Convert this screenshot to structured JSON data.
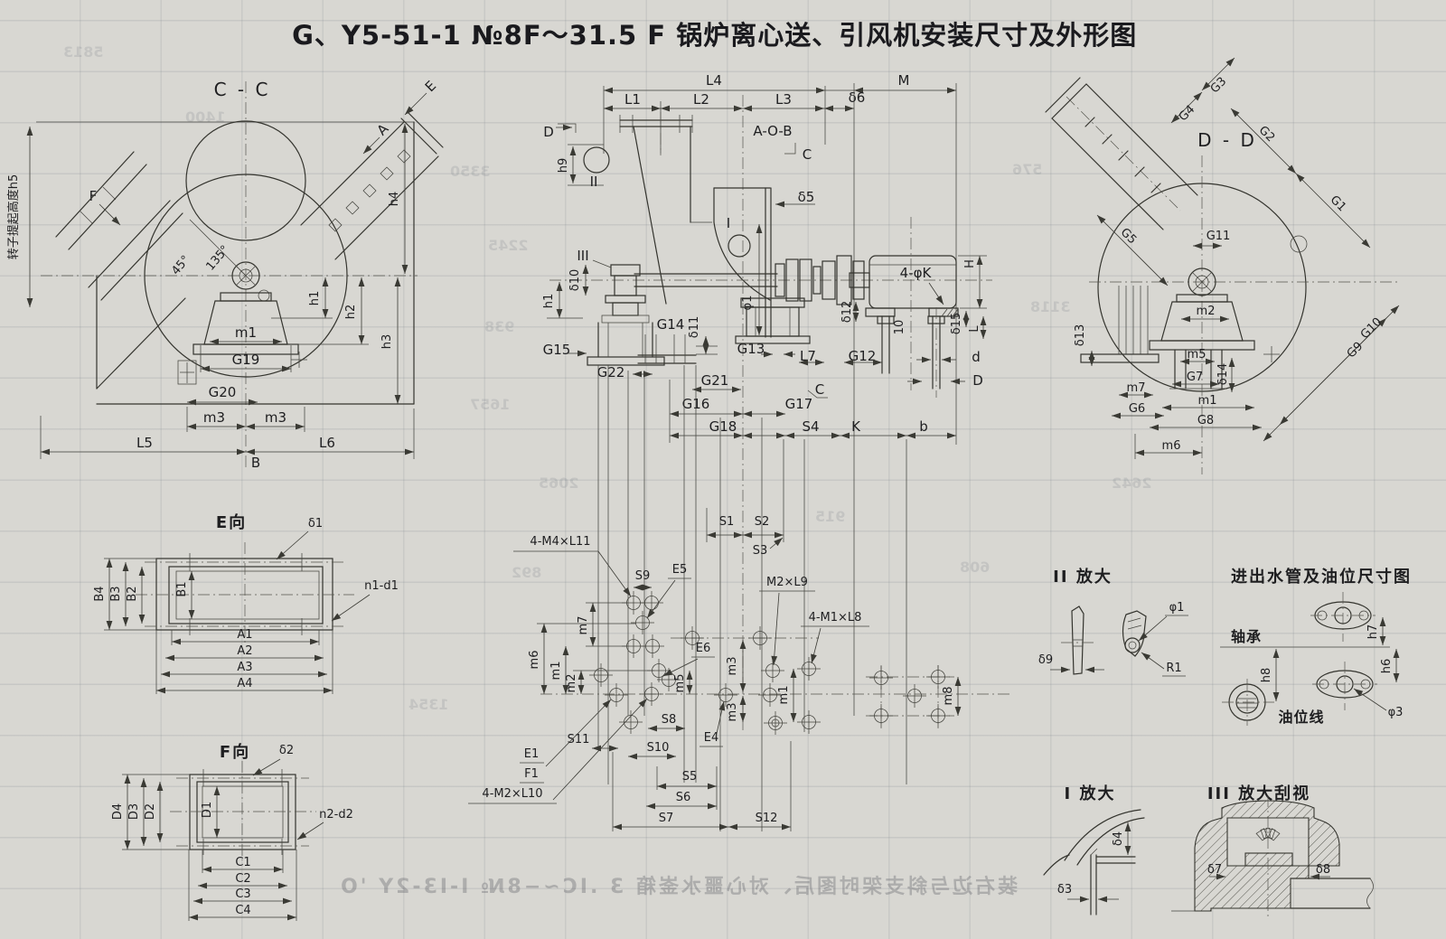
{
  "title": "G、Y5-51-1  №8F～31.5 F 锅炉离心送、引风机安装尺寸及外形图",
  "views": {
    "cc": {
      "title": "C - C",
      "rotor": "转子提起高度h5",
      "e": "E",
      "a": "A",
      "f": "F",
      "a45": "45°",
      "a135": "135°",
      "h1": "h1",
      "h2": "h2",
      "h3": "h3",
      "h4": "h4",
      "m1": "m1",
      "g19": "G19",
      "g20": "G20",
      "m3l": "m3",
      "m3r": "m3",
      "l5": "L5",
      "l6": "L6",
      "b": "B"
    },
    "main": {
      "l4": "L4",
      "m": "M",
      "l1": "L1",
      "l2": "L2",
      "l3": "L3",
      "d6": "δ6",
      "d_sec": "D",
      "h9": "h9",
      "ii": "II",
      "aob": "A-O-B",
      "c_top": "C",
      "d5": "δ5",
      "i": "I",
      "iii": "III",
      "h1": "h1",
      "d10": "δ10",
      "g15": "G15",
      "g22": "G22",
      "g14": "G14",
      "d11": "δ11",
      "g21": "G21",
      "g13": "G13",
      "phi1": "φ1",
      "l7": "L7",
      "g12": "G12",
      "d12": "δ12",
      "phik": "4-φK",
      "h": "H",
      "shim": "10",
      "d15": "δ15",
      "l": "L",
      "d_small": "d",
      "d_big": "D",
      "c_mid": "C",
      "g16": "G16",
      "g17": "G17",
      "g18": "G18",
      "s4": "S4",
      "k": "K",
      "b": "b"
    },
    "plan": {
      "m4l11": "4-M4×L11",
      "s9": "S9",
      "e5": "E5",
      "m7": "m7",
      "m6": "m6",
      "m1": "m1",
      "m2": "m2",
      "e6": "E6",
      "m5": "m5",
      "s8": "S8",
      "s11": "S11",
      "s10": "S10",
      "e1": "E1",
      "f1": "F1",
      "m2l10": "4-M2×L10",
      "s5": "S5",
      "s6": "S6",
      "s7": "S7",
      "s12": "S12",
      "e4": "E4",
      "s1": "S1",
      "s2": "S2",
      "s3": "S3",
      "m3a": "m3",
      "m3b": "m3",
      "m1r": "m1",
      "m8": "m8",
      "m2l9": "M2×L9",
      "m1l8": "4-M1×L8"
    },
    "dd": {
      "title": "D - D",
      "g1": "G1",
      "g2": "G2",
      "g3": "G3",
      "g4": "G4",
      "g5": "G5",
      "g6": "G6",
      "g7": "G7",
      "g8": "G8",
      "g9": "G9",
      "g10": "G10",
      "g11": "G11",
      "m1": "m1",
      "m2": "m2",
      "m5": "m5",
      "m6": "m6",
      "m7": "m7",
      "d13": "δ13",
      "d14": "δ14"
    },
    "ev": {
      "title": "E向",
      "delta1": "δ1",
      "n1d1": "n1-d1",
      "b1": "B1",
      "b2": "B2",
      "b3": "B3",
      "b4": "B4",
      "a1": "A1",
      "a2": "A2",
      "a3": "A3",
      "a4": "A4"
    },
    "fv": {
      "title": "F向",
      "delta2": "δ2",
      "n2d2": "n2-d2",
      "dd1": "D1",
      "dd2": "D2",
      "dd3": "D3",
      "dd4": "D4",
      "c1": "C1",
      "c2": "C2",
      "c3": "C3",
      "c4": "C4"
    },
    "det2": {
      "title": "II 放大",
      "delta9": "δ9",
      "phi1": "φ1",
      "r1": "R1"
    },
    "water": {
      "title": "进出水管及油位尺寸图",
      "bearing": "轴承",
      "oil_line": "油位线",
      "h6": "h6",
      "h7": "h7",
      "h8": "h8",
      "phi3": "φ3"
    },
    "det1": {
      "title": "I 放大",
      "delta3": "δ3",
      "delta4": "δ4"
    },
    "det3": {
      "title": "III 放大刮视",
      "delta7": "δ7",
      "delta8": "δ8"
    }
  },
  "bleed": {
    "bottom": "装右边与斜支架时图后、对心噩水崟箱 3 .IC~−8№ I-I3-2Y 'O",
    "numbers": [
      "5813",
      "1400",
      "3350",
      "2245",
      "938",
      "1657",
      "2065",
      "892",
      "576",
      "3118",
      "2642",
      "915",
      "608",
      "1354"
    ]
  }
}
